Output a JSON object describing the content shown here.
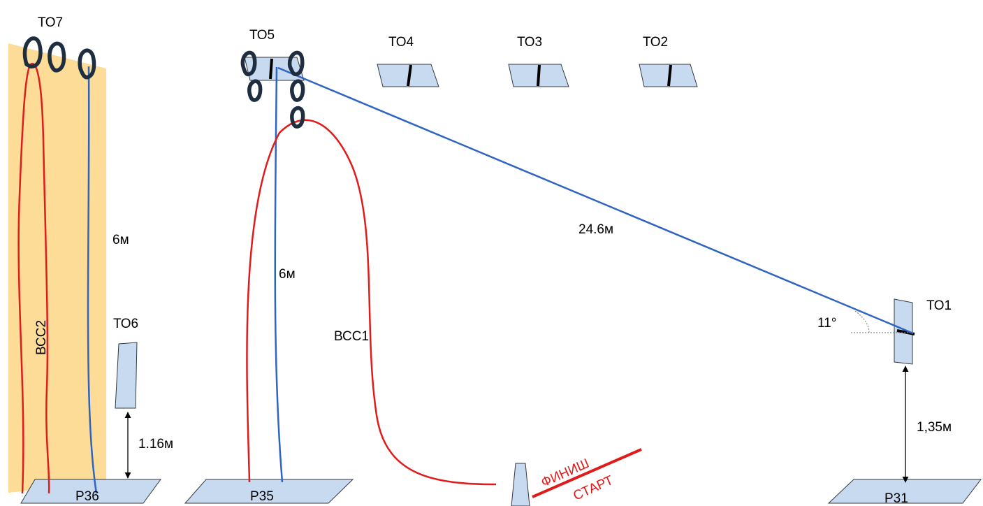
{
  "colors": {
    "wall": "#fcdc96",
    "panel": "#c8daf0",
    "red_rope": "#e01b1b",
    "blue_rope": "#2f64c2",
    "carabiner": "#1f2d40"
  },
  "icons": [
    "carabiner-icon"
  ],
  "points": {
    "to7": "ТО7",
    "to5": "ТО5",
    "to4": "ТО4",
    "to3": "ТО3",
    "to2": "ТО2",
    "to6": "ТО6",
    "to1": "ТО1"
  },
  "zones": {
    "r36": "Р36",
    "r35": "Р35",
    "r31": "Р31"
  },
  "stages": {
    "vss1": "ВСС1",
    "vss2": "ВСС2"
  },
  "dimensions": {
    "wall_height": "6м",
    "to5_height": "6м",
    "traverse_length": "24.6м",
    "angle": "11°",
    "to6_height": "1.16м",
    "to1_height": "1,35м"
  },
  "start_finish": {
    "finish": "ФИНИШ",
    "start": "СТАРТ"
  }
}
